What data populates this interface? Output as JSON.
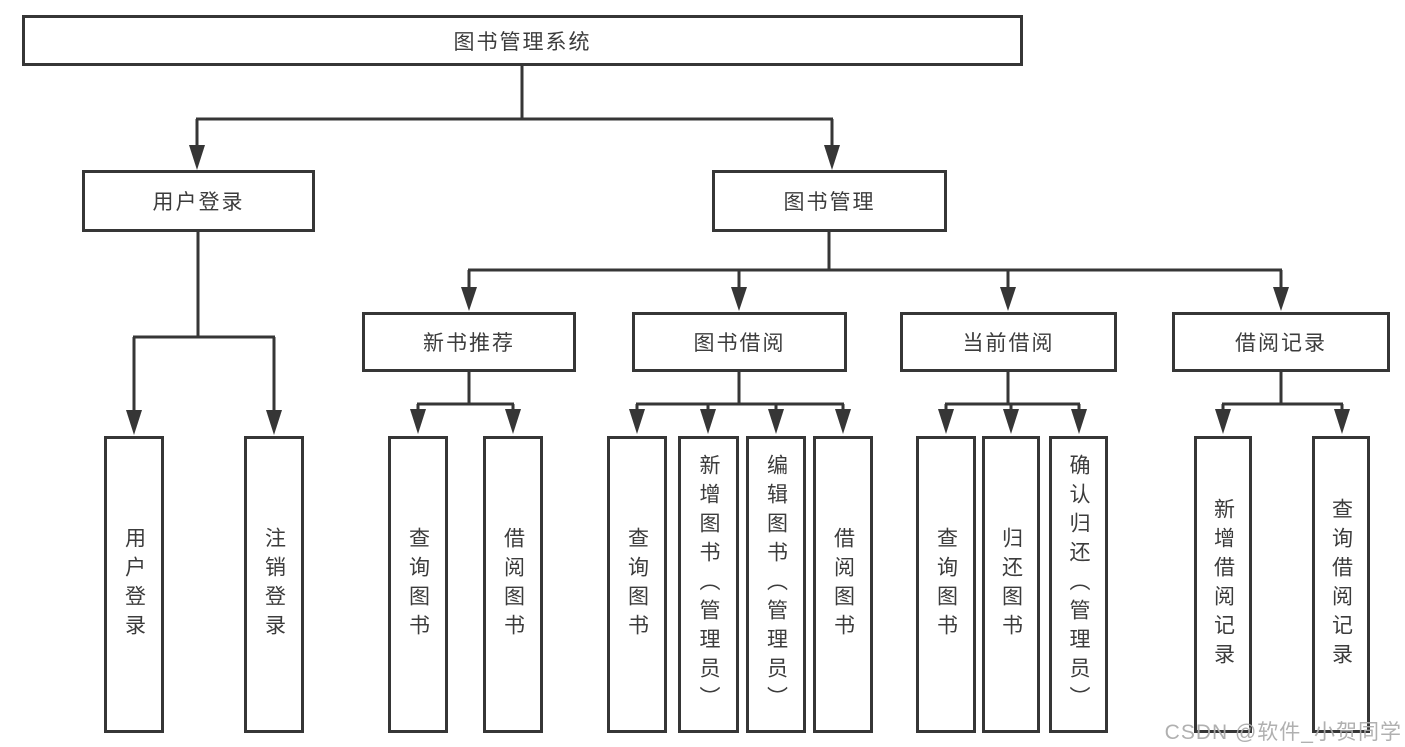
{
  "tree": {
    "root": "图书管理系统",
    "children": [
      {
        "label": "用户登录",
        "children": [
          "用户登录",
          "注销登录"
        ]
      },
      {
        "label": "图书管理",
        "children": [
          {
            "label": "新书推荐",
            "children": [
              "查询图书",
              "借阅图书"
            ]
          },
          {
            "label": "图书借阅",
            "children": [
              "查询图书",
              "新增图书（管理员）",
              "编辑图书（管理员）",
              "借阅图书"
            ]
          },
          {
            "label": "当前借阅",
            "children": [
              "查询图书",
              "归还图书",
              "确认归还（管理员）"
            ]
          },
          {
            "label": "借阅记录",
            "children": [
              "新增借阅记录",
              "查询借阅记录"
            ]
          }
        ]
      }
    ]
  },
  "watermark": "CSDN @软件_小贺同学",
  "colors": {
    "line": "#363636",
    "text": "#3c3c3c",
    "watermark": "#acacac",
    "background": "#ffffff"
  }
}
